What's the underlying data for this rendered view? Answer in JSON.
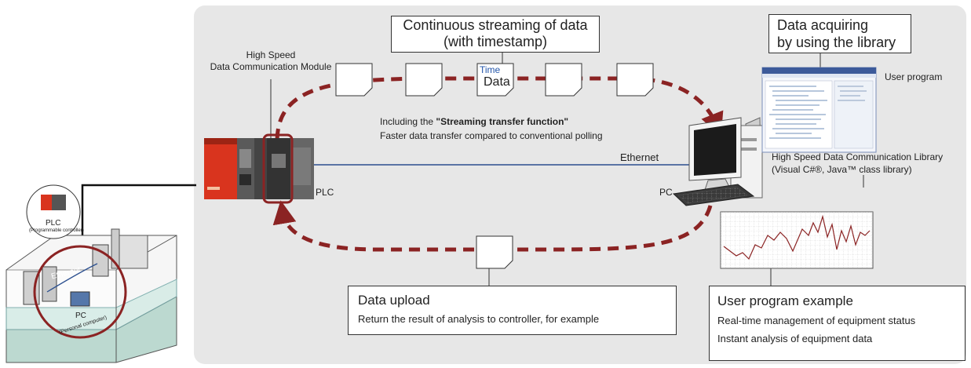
{
  "diagram": {
    "top_callout": {
      "line1": "Continuous streaming of data",
      "line2": "(with timestamp)"
    },
    "acquire_callout": {
      "line1": "Data acquiring",
      "line2": "by using the library"
    },
    "module_label": {
      "line1": "High Speed",
      "line2": "Data Communication Module"
    },
    "packet": {
      "time": "Time",
      "data": "Data"
    },
    "user_program_label": "User program",
    "streaming": {
      "prefix": "Including the ",
      "bold": "\"Streaming transfer function\"",
      "line2": "Faster data transfer compared to conventional polling"
    },
    "ethernet_label": "Ethernet",
    "plc_label": "PLC",
    "pc_label": "PC",
    "library": {
      "line1": "High Speed Data Communication Library",
      "line2": "(Visual C#®, Java™ class library)"
    },
    "upload_callout": {
      "title": "Data upload",
      "line1": "Return the result of analysis to controller, for example"
    },
    "example_callout": {
      "title": "User program example",
      "line1": "Real-time management of equipment status",
      "line2": "Instant analysis of equipment data"
    },
    "factory": {
      "plc_label": "PLC",
      "plc_sub": "(Programmable controller)",
      "ethernet": "Ethernet",
      "pc_label": "PC",
      "pc_sub": "(Personal computer)"
    }
  },
  "colors": {
    "arrow": "#8b2323",
    "ethernet_line": "#2b4f8f",
    "plc_red": "#d9341e",
    "panel": "#e7e7e7",
    "time_blue": "#2255aa"
  }
}
